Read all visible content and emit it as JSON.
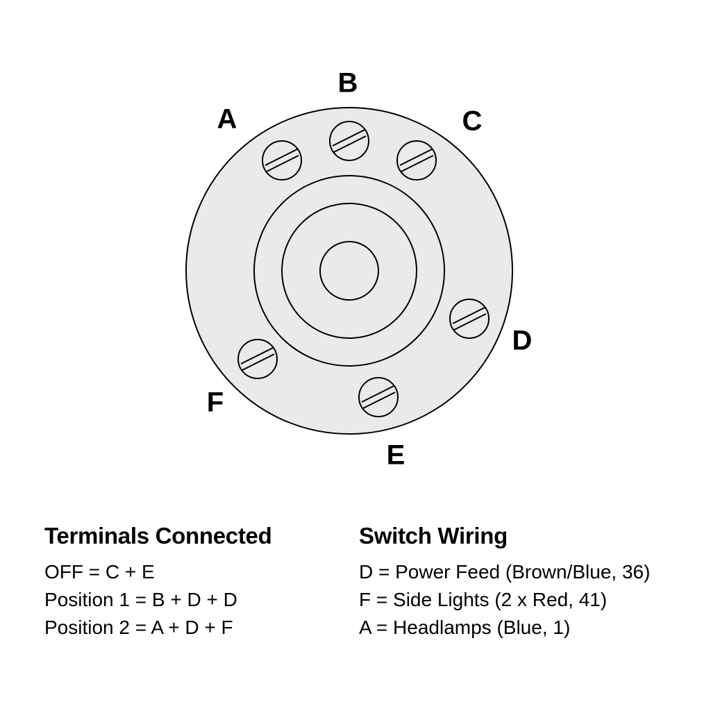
{
  "diagram": {
    "terminals": [
      {
        "id": "A",
        "label": "A"
      },
      {
        "id": "B",
        "label": "B"
      },
      {
        "id": "C",
        "label": "C"
      },
      {
        "id": "D",
        "label": "D"
      },
      {
        "id": "E",
        "label": "E"
      },
      {
        "id": "F",
        "label": "F"
      }
    ],
    "colors": {
      "body_fill": "#eaeaea",
      "stroke": "#000000",
      "screw_fill": "#eaeaea",
      "background": "#ffffff"
    }
  },
  "legend_left": {
    "title": "Terminals Connected",
    "items": [
      "OFF = C + E",
      "Position 1 = B + D + D",
      "Position 2 = A + D + F"
    ]
  },
  "legend_right": {
    "title": "Switch Wiring",
    "items": [
      "D = Power Feed (Brown/Blue, 36)",
      "F = Side Lights (2 x Red, 41)",
      "A = Headlamps (Blue, 1)"
    ]
  }
}
